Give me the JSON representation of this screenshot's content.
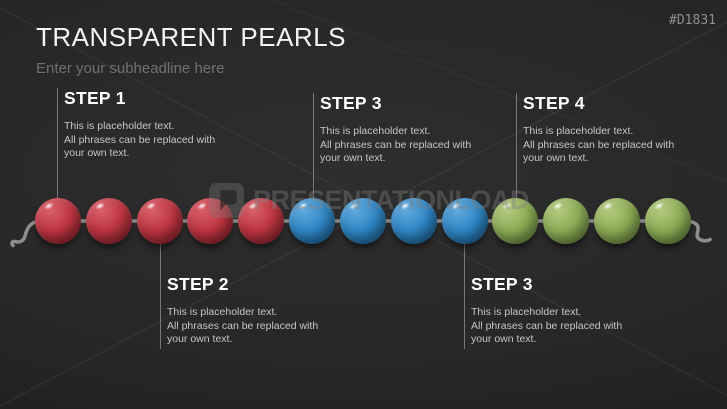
{
  "header": {
    "title": "TRANSPARENT PEARLS",
    "subheadline": "Enter your subheadline here",
    "slide_code": "#D1831"
  },
  "watermark": {
    "text": "PRESENTATIONLOAD",
    "icon": "presentationload-logo-icon"
  },
  "steps": [
    {
      "label": "STEP 1",
      "position": "top",
      "lines": [
        "This is placeholder text.",
        "All phrases can be replaced with",
        "your own text."
      ]
    },
    {
      "label": "STEP 2",
      "position": "bottom",
      "lines": [
        "This is placeholder text.",
        "All phrases can be replaced with",
        "your own text."
      ]
    },
    {
      "label": "STEP 3",
      "position": "top",
      "lines": [
        "This is placeholder text.",
        "All phrases can be replaced with",
        "your own text."
      ]
    },
    {
      "label": "STEP 3",
      "position": "bottom",
      "lines": [
        "This is placeholder text.",
        "All phrases can be replaced with",
        "your own text."
      ]
    },
    {
      "label": "STEP 4",
      "position": "top",
      "lines": [
        "This is placeholder text.",
        "All phrases can be replaced with",
        "your own text."
      ]
    }
  ],
  "pearls": {
    "sequence": [
      "red",
      "red",
      "red",
      "red",
      "red",
      "blue",
      "blue",
      "blue",
      "blue",
      "green",
      "green",
      "green",
      "green"
    ],
    "colors": {
      "red": {
        "light": "#d9606a",
        "main": "#bc3440",
        "dark": "#7c1f29"
      },
      "blue": {
        "light": "#62aadd",
        "main": "#2e86c5",
        "dark": "#195785"
      },
      "green": {
        "light": "#b4ca80",
        "main": "#8cab55",
        "dark": "#5c7636"
      }
    },
    "string_color": "#8e8e8e"
  }
}
